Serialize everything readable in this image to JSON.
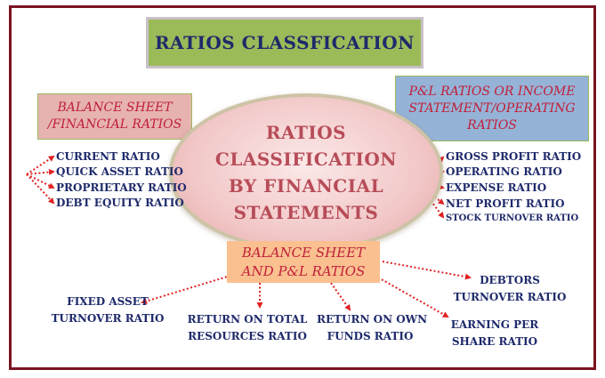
{
  "title": "RATIOS CLASSFICATION",
  "center": [
    "RATIOS",
    "CLASSIFICATION",
    "BY FINANCIAL",
    "STATEMENTS"
  ],
  "balance_sheet": {
    "label": [
      "BALANCE SHEET",
      "/FINANCIAL RATIOS"
    ],
    "items": [
      "CURRENT RATIO",
      "QUICK ASSET RATIO",
      "PROPRIETARY RATIO",
      "DEBT EQUITY RATIO"
    ]
  },
  "pl": {
    "label": [
      "P&L RATIOS OR INCOME",
      "STATEMENT/OPERATING",
      "RATIOS"
    ],
    "items": [
      "GROSS PROFIT RATIO",
      "OPERATING RATIO",
      "EXPENSE RATIO",
      "NET PROFIT RATIO",
      "STOCK TURNOVER RATIO"
    ]
  },
  "combined": {
    "label": [
      "BALANCE SHEET",
      "AND P&L RATIOS"
    ],
    "items": [
      [
        "FIXED ASSET",
        "TURNOVER RATIO"
      ],
      [
        "RETURN ON TOTAL",
        "RESOURCES RATIO"
      ],
      [
        "RETURN ON OWN",
        "FUNDS RATIO"
      ],
      [
        "DEBTORS",
        "TURNOVER RATIO"
      ],
      [
        "EARNING PER",
        "SHARE RATIO"
      ]
    ]
  },
  "colors": {
    "frame": "#7b1322",
    "title_fill": "#9bbb59",
    "balance_sheet_fill": "#e6b3b0",
    "pl_fill": "#95b3d7",
    "combined_fill": "#fac090",
    "item_text": "#1f2a6b",
    "category_text": "#c0203a",
    "arrow": "#e02020"
  }
}
